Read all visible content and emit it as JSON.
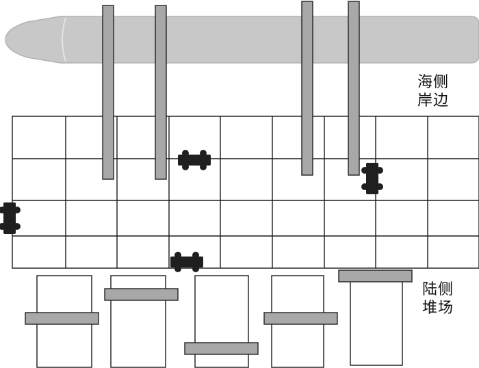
{
  "labels": {
    "sea_line1": "海侧",
    "sea_line2": "岸边",
    "land_line1": "陆侧",
    "land_line2": "堆场"
  },
  "grid": {
    "rows": 4,
    "columns": 9
  },
  "colors": {
    "ship": "#c8c8c8",
    "ship_edge": "#b0b0b0",
    "crane_leg": "#a8a8a8",
    "crane_outline": "#222222",
    "grid_line": "#1a1a1a",
    "vehicle": "#1f1f1f",
    "yard_block": "#ffffff",
    "yard_crane": "#a8a8a8",
    "text": "#111111"
  }
}
